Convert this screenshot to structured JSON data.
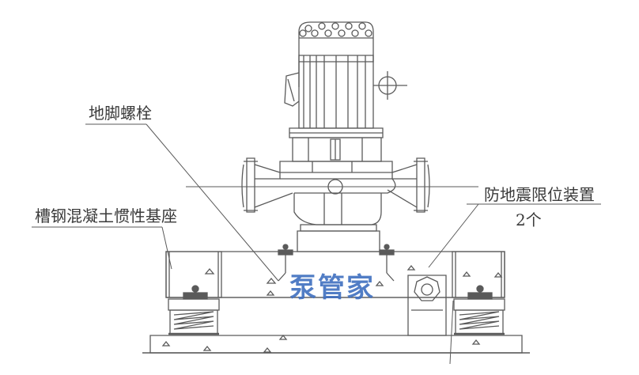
{
  "drawing": {
    "type": "pump-installation-elevation",
    "labels": {
      "anchor_bolt": "地脚螺栓",
      "inertia_base": "槽钢混凝土惯性基座",
      "seismic_limiter": "防地震限位装置",
      "seismic_limiter_qty": "2个"
    },
    "watermark": "泵管家",
    "colors": {
      "line": "#5a5a5a",
      "text": "#3a3a3a",
      "watermark": "#3f6fbf",
      "background": "#ffffff"
    }
  }
}
